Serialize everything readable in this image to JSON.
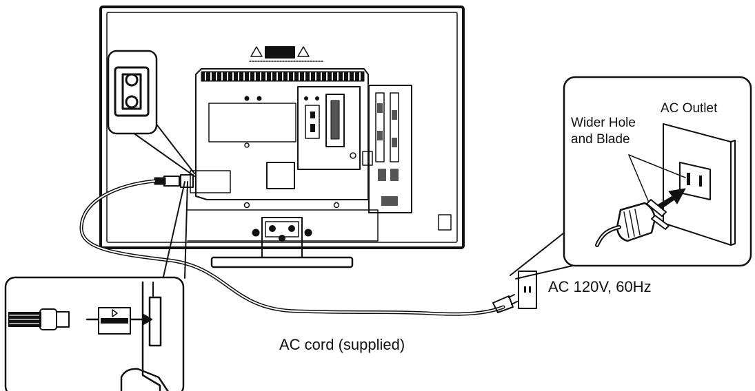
{
  "labels": {
    "ac_outlet": "AC Outlet",
    "wider_hole_line1": "Wider Hole",
    "wider_hole_line2": "and Blade",
    "voltage": "AC 120V, 60Hz",
    "ac_cord": "AC cord (supplied)"
  },
  "icons": [
    "warning-triangle-icon",
    "arrow-right-icon"
  ],
  "colors": {
    "line": "#111111",
    "fill": "#ffffff",
    "shade": "#555555"
  }
}
